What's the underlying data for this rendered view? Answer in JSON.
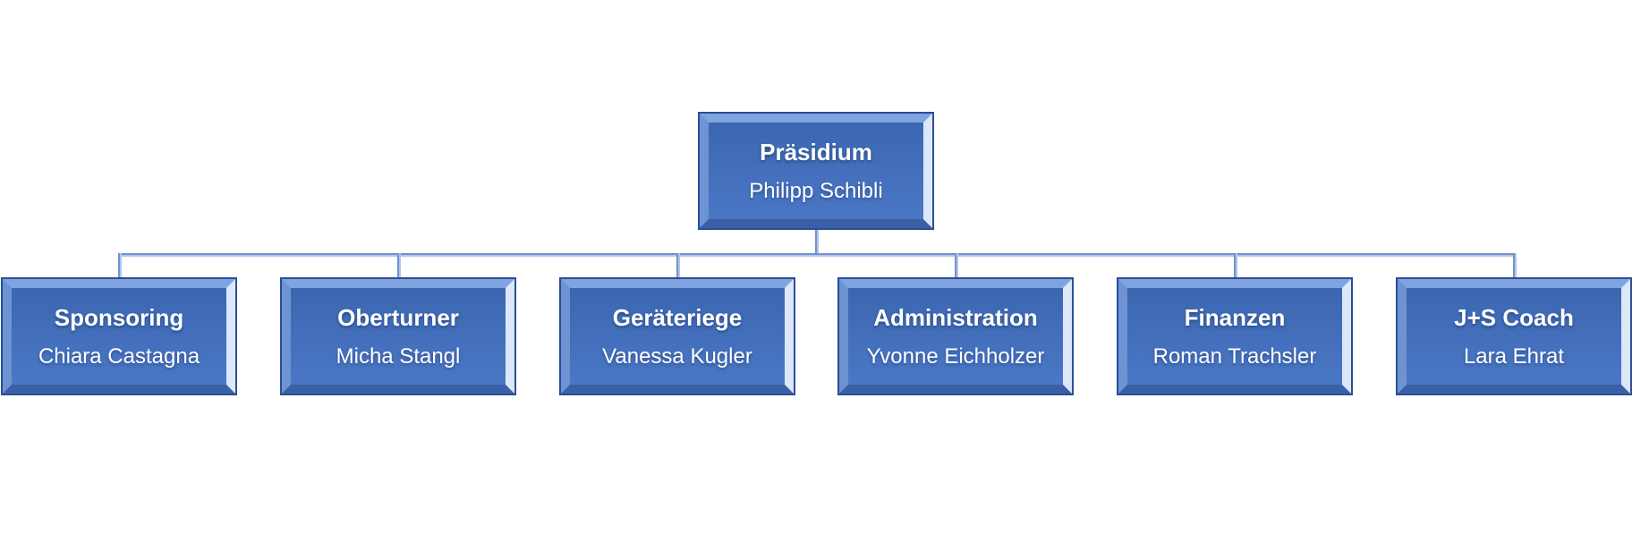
{
  "org_chart": {
    "root": {
      "title": "Präsidium",
      "name": "Philipp Schibli"
    },
    "children": [
      {
        "title": "Sponsoring",
        "name": "Chiara Castagna"
      },
      {
        "title": "Oberturner",
        "name": "Micha Stangl"
      },
      {
        "title": "Geräteriege",
        "name": "Vanessa Kugler"
      },
      {
        "title": "Administration",
        "name": "Yvonne Eichholzer"
      },
      {
        "title": "Finanzen",
        "name": "Roman Trachsler"
      },
      {
        "title": "J+S Coach",
        "name": "Lara Ehrat"
      }
    ],
    "colors": {
      "box_fill_top": "#3c66b0",
      "box_fill_bottom": "#4a77c6",
      "bevel_top": "#7fa4df",
      "bevel_left": "#6e93d2",
      "bevel_right": "#dce8fa",
      "bevel_bottom": "#3a5fa6",
      "outline": "#2a4e96",
      "connector": "#7291cd",
      "connector_shadow": "#b3c4e9",
      "text_color": "#ffffff"
    }
  }
}
